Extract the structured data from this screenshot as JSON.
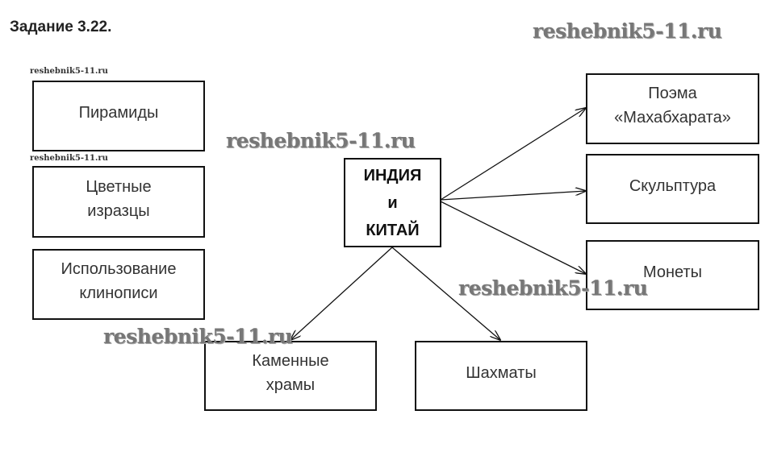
{
  "title": "Задание 3.22.",
  "watermarks": [
    "reshebnik5-11.ru",
    "reshebnik5-11.ru",
    "reshebnik5-11.ru",
    "reshebnik5-11.ru",
    "reshebnik5-11.ru",
    "reshebnik5-11.ru"
  ],
  "left_boxes": [
    {
      "line1": "Пирамиды",
      "line2": ""
    },
    {
      "line1": "Цветные",
      "line2": "изразцы"
    },
    {
      "line1": "Использование",
      "line2": "клинописи"
    }
  ],
  "center": {
    "line1": "ИНДИЯ",
    "line2": "и",
    "line3": "КИТАЙ"
  },
  "right_boxes": [
    {
      "line1": "Поэма",
      "line2": "«Махабхарата»"
    },
    {
      "line1": "Скульптура",
      "line2": ""
    },
    {
      "line1": "Монеты",
      "line2": ""
    }
  ],
  "bottom_boxes": [
    {
      "line1": "Каменные",
      "line2": "храмы"
    },
    {
      "line1": "Шахматы",
      "line2": ""
    }
  ]
}
